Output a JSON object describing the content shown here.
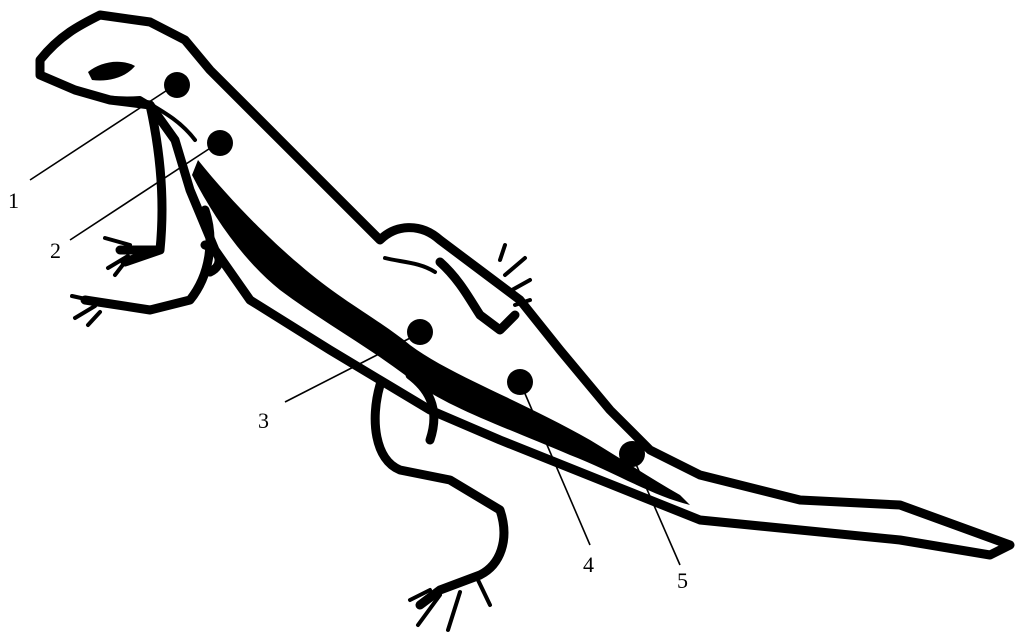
{
  "figure": {
    "subject_icon": "lizard-icon",
    "labels": [
      "1",
      "2",
      "3",
      "4",
      "5"
    ]
  }
}
